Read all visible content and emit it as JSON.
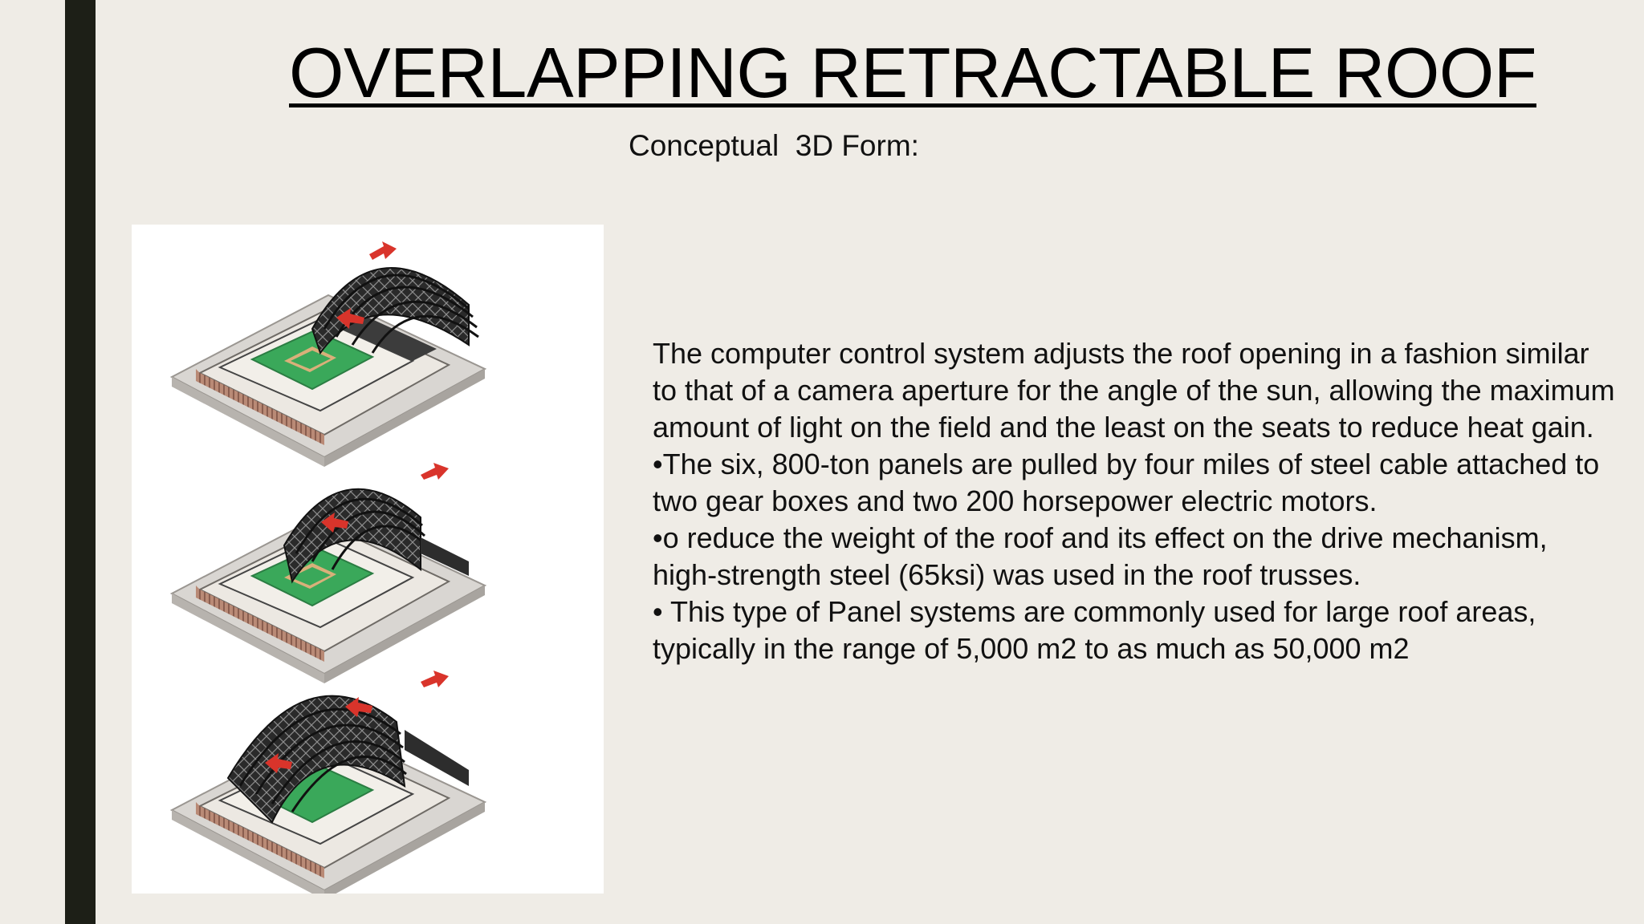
{
  "slide": {
    "title": "OVERLAPPING RETRACTABLE ROOF",
    "subtitle": "Conceptual  3D Form:",
    "paragraphs": [
      "The computer control system adjusts the roof opening in a fashion similar to that of a camera aperture for the angle of the sun, allowing the maximum amount of light on the field and the least on the seats to reduce heat gain.",
      "•The six, 800-ton panels are pulled by four miles of steel cable attached to two gear boxes and two 200 horsepower electric motors.",
      "•o reduce the weight of the roof and its effect on the drive mechanism, high-strength steel (65ksi) was used in the roof trusses.",
      "• This type of Panel systems are commonly used for large roof areas, typically in the range of 5,000 m2 to as much as 50,000 m2"
    ]
  },
  "colors": {
    "background": "#efece6",
    "accent_bar": "#1d1f17",
    "arrow": "#d9342b",
    "field": "#3aa85a"
  },
  "icons": {
    "figure": "stadium-retractable-roof-illustration",
    "arrows": "red-arrow-icon"
  }
}
